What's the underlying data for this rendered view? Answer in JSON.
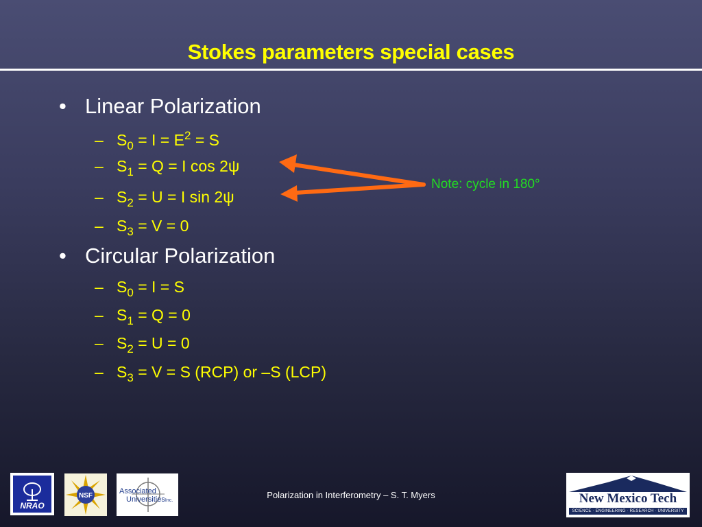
{
  "title": "Stokes parameters special cases",
  "bullets": [
    {
      "label": "Linear Polarization",
      "items": [
        {
          "sym": "S",
          "idx": "0",
          "pre": " = I = E",
          "sup": "2",
          "post": " = S"
        },
        {
          "sym": "S",
          "idx": "1",
          "pre": " = Q = I cos 2ψ",
          "sup": "",
          "post": ""
        },
        {
          "sym": "S",
          "idx": "2",
          "pre": " = U = I sin 2ψ",
          "sup": "",
          "post": ""
        },
        {
          "sym": "S",
          "idx": "3",
          "pre": " = V = 0",
          "sup": "",
          "post": ""
        }
      ]
    },
    {
      "label": "Circular Polarization",
      "items": [
        {
          "sym": "S",
          "idx": "0",
          "pre": " = I = S",
          "sup": "",
          "post": ""
        },
        {
          "sym": "S",
          "idx": "1",
          "pre": " = Q = 0",
          "sup": "",
          "post": ""
        },
        {
          "sym": "S",
          "idx": "2",
          "pre": " = U = 0",
          "sup": "",
          "post": ""
        },
        {
          "sym": "S",
          "idx": "3",
          "pre": " = V = S (RCP) or –S (LCP)",
          "sup": "",
          "post": ""
        }
      ]
    }
  ],
  "bullet_glyph": "•",
  "dash_glyph": "–",
  "note": "Note: cycle in 180°",
  "footer": "Polarization in Interferometry – S. T. Myers",
  "logos": {
    "nrao": "NRAO",
    "nsf": "NSF",
    "aui_line1": "Associated",
    "aui_line2": "Universities",
    "aui_inc": "Inc.",
    "nmt_name": "New Mexico Tech",
    "nmt_tagline": "SCIENCE · ENGINEERING · RESEARCH · UNIVERSITY"
  },
  "colors": {
    "title": "#ffff00",
    "sub_items": "#ffff00",
    "bullets": "#ffffff",
    "note": "#22dd22",
    "arrow": "#ff6a13"
  }
}
